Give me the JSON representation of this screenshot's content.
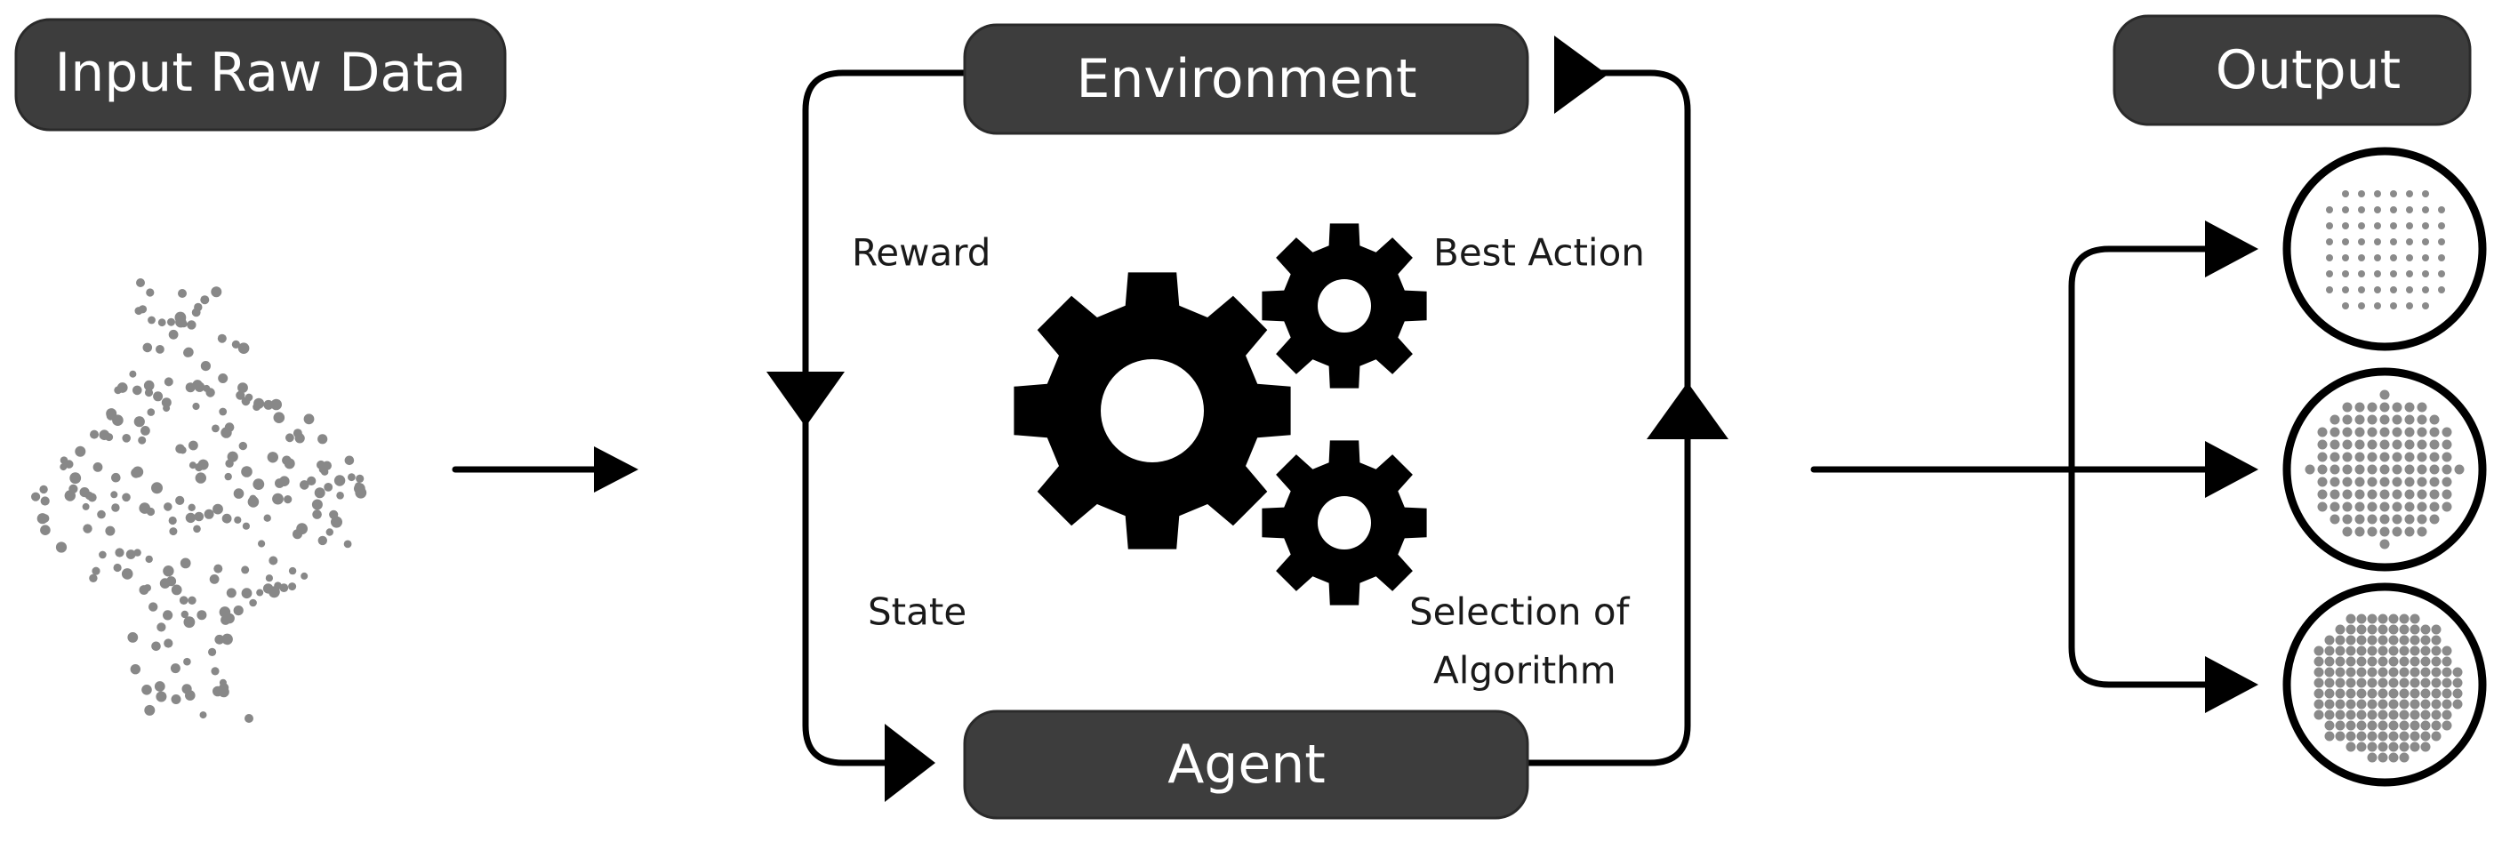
{
  "diagram": {
    "input_label": "Input Raw Data",
    "environment_label": "Environment",
    "agent_label": "Agent",
    "output_label": "Output",
    "reward_label": "Reward",
    "state_label": "State",
    "best_action_label": "Best Action",
    "selection_label_line1": "Selection of",
    "selection_label_line2": "Algorithm"
  },
  "colors": {
    "pill_fill": "#3d3d3d",
    "pill_text": "#ffffff",
    "line": "#000000",
    "dots": "#888888"
  },
  "icons": [
    "gear-icon-large",
    "gear-icon-small-top",
    "gear-icon-small-bottom",
    "wafer-icon"
  ]
}
